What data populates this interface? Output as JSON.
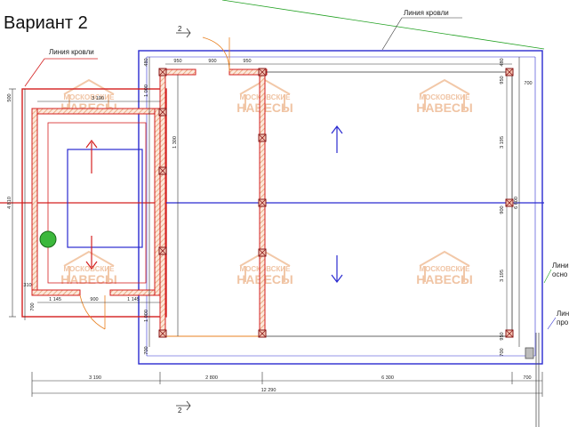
{
  "title": "Вариант 2",
  "roof_label_left": "Линия кровли",
  "roof_label_top": "Линия кровли",
  "section_mark": "2",
  "watermark": {
    "line1": "МОСКОВСКИЕ",
    "line2": "НАВЕСЫ"
  },
  "right_labels": [
    "Лини",
    "осно",
    "Лини",
    "про"
  ],
  "dims": {
    "bottom_3190": "3 190",
    "bottom_2800": "2 800",
    "bottom_6300": "6 300",
    "bottom_700": "700",
    "bottom_total": "12 290",
    "left_4810": "4 810",
    "left_500": "500",
    "left_310": "310",
    "left_700": "700",
    "top_3190": "3 190",
    "door_1145a": "1 145",
    "door_900a": "900",
    "door_1145b": "1 145",
    "top_950a": "950",
    "top_900": "900",
    "top_950b": "950",
    "col_480a": "480",
    "col_1000a": "1 000",
    "col_1300": "1 300",
    "col_1000b": "1 000",
    "col_700": "700",
    "right_480": "480",
    "right_3195a": "3 195",
    "right_6600": "6 600",
    "right_3195b": "3 195",
    "right_700a": "700",
    "right_700b": "700",
    "right_950a": "950",
    "right_950b": "950",
    "right_900": "900"
  },
  "colors": {
    "wall_red": "#d42020",
    "hatch_orange": "#e8a070",
    "roof_blue": "#2a2ad0",
    "roof_green": "#20a020",
    "orange_door": "#e88020",
    "dim_line": "#333333"
  }
}
